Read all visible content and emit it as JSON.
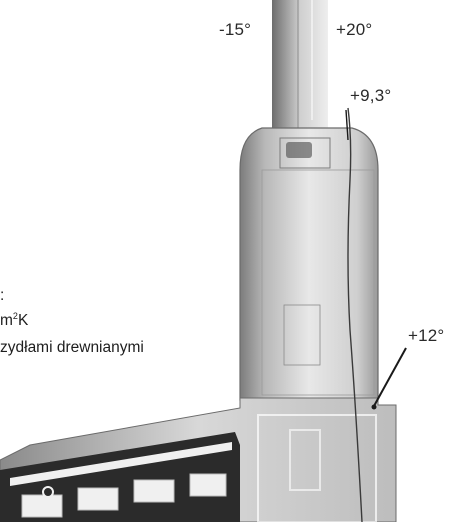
{
  "temperatures": {
    "outside": "-15°",
    "inside": "+20°",
    "glass_edge": "+9,3°",
    "frame": "+12°"
  },
  "side_text": {
    "line1": ":",
    "line2_pre": "m",
    "line2_sup": "2",
    "line2_post": "K",
    "line3": "zydłami drewnianymi"
  },
  "colors": {
    "background": "#ffffff",
    "frame_dark": "#2b2b2b",
    "thermal_light": "#e9e9e9",
    "thermal_mid": "#a9a9a9",
    "isotherm": "#3a3a3a"
  }
}
